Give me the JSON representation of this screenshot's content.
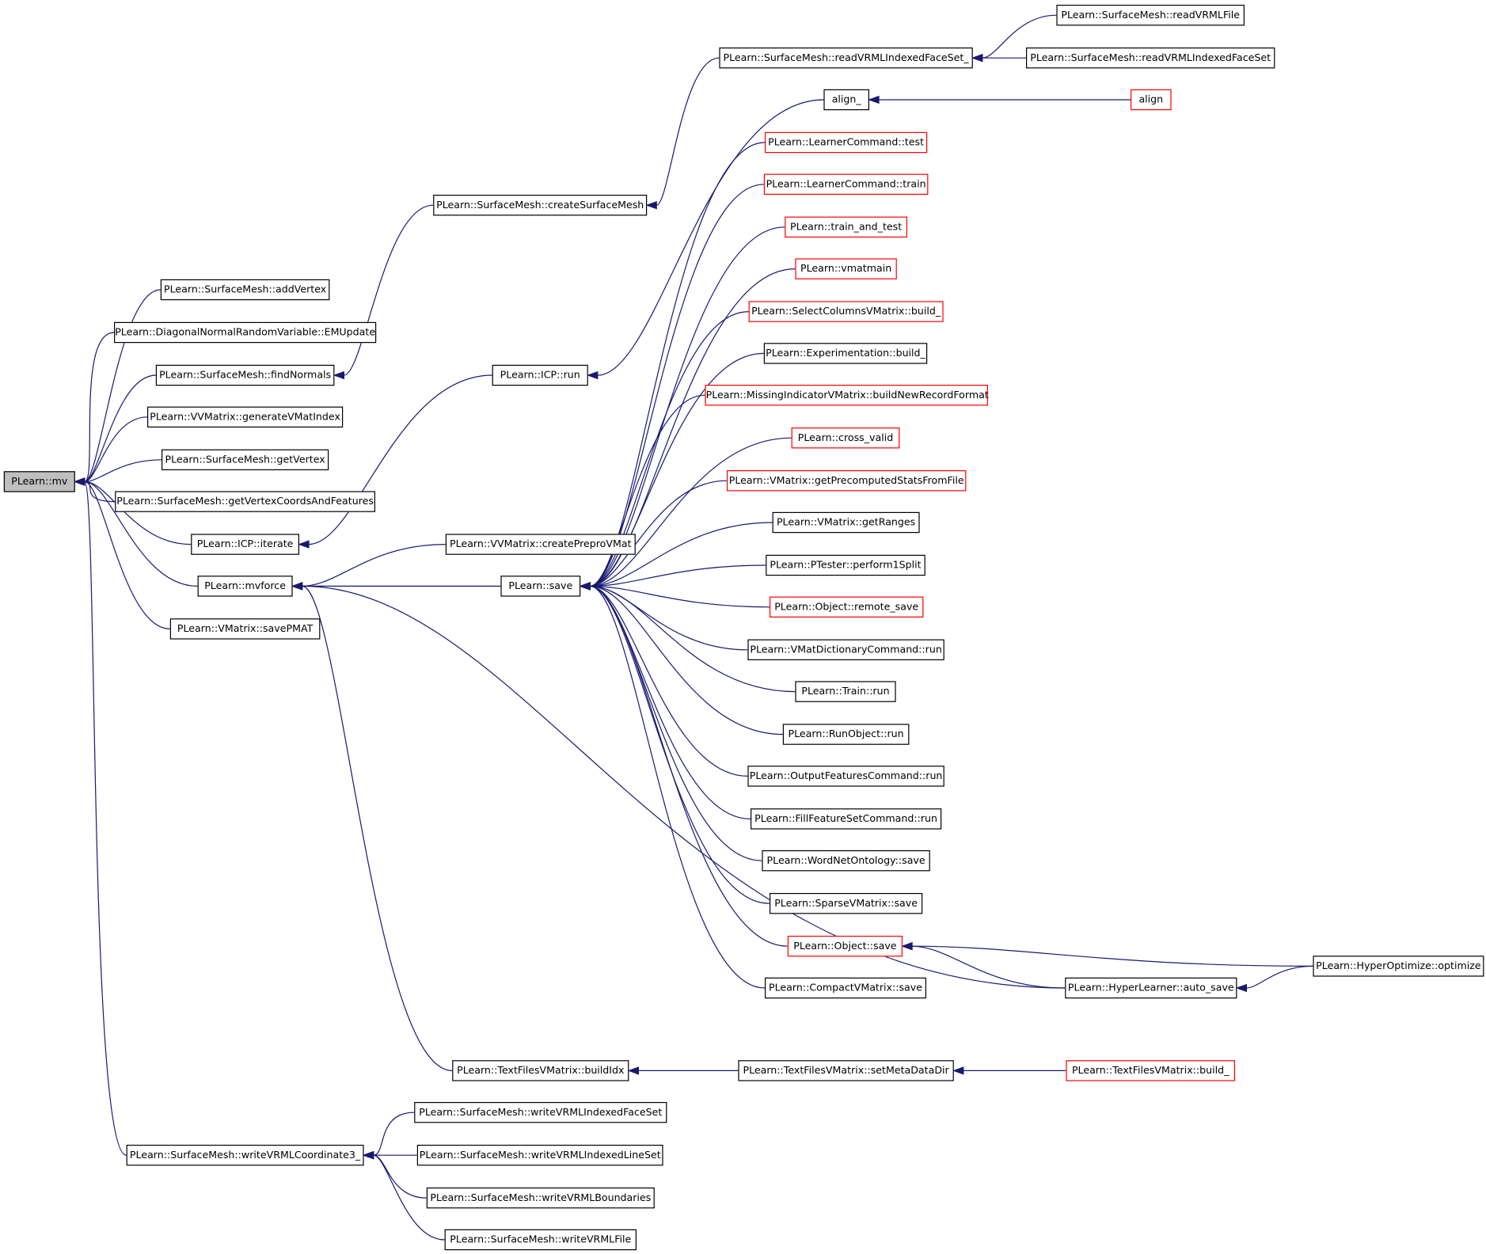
{
  "colors": {
    "edge": "#191970",
    "node_border": "#000000",
    "node_border_incomplete": "#ff0000",
    "root_fill": "#bfbfbf",
    "background": "#ffffff"
  },
  "nodes": {
    "mv": {
      "label": "PLearn::mv",
      "style": "root"
    },
    "addVertex": {
      "label": "PLearn::SurfaceMesh::addVertex",
      "style": "normal"
    },
    "EMUpdate": {
      "label": "PLearn::DiagonalNormalRandomVariable::EMUpdate",
      "style": "normal"
    },
    "findNormals": {
      "label": "PLearn::SurfaceMesh::findNormals",
      "style": "normal"
    },
    "generateVMatIndex": {
      "label": "PLearn::VVMatrix::generateVMatIndex",
      "style": "normal"
    },
    "getVertex": {
      "label": "PLearn::SurfaceMesh::getVertex",
      "style": "normal"
    },
    "getVertexCoordsAndFeatures": {
      "label": "PLearn::SurfaceMesh::getVertexCoordsAndFeatures",
      "style": "normal"
    },
    "iterate": {
      "label": "PLearn::ICP::iterate",
      "style": "normal"
    },
    "mvforce": {
      "label": "PLearn::mvforce",
      "style": "normal"
    },
    "savePMAT": {
      "label": "PLearn::VMatrix::savePMAT",
      "style": "normal"
    },
    "writeVRMLCoordinate3": {
      "label": "PLearn::SurfaceMesh::writeVRMLCoordinate3_",
      "style": "normal"
    },
    "createSurfaceMesh": {
      "label": "PLearn::SurfaceMesh::createSurfaceMesh",
      "style": "normal"
    },
    "icpRun": {
      "label": "PLearn::ICP::run",
      "style": "normal"
    },
    "createPreproVMat": {
      "label": "PLearn::VVMatrix::createPreproVMat",
      "style": "normal"
    },
    "save": {
      "label": "PLearn::save",
      "style": "normal"
    },
    "buildIdx": {
      "label": "PLearn::TextFilesVMatrix::buildIdx",
      "style": "normal"
    },
    "writeVRMLIndexedFaceSet": {
      "label": "PLearn::SurfaceMesh::writeVRMLIndexedFaceSet",
      "style": "normal"
    },
    "writeVRMLIndexedLineSet": {
      "label": "PLearn::SurfaceMesh::writeVRMLIndexedLineSet",
      "style": "normal"
    },
    "writeVRMLBoundaries": {
      "label": "PLearn::SurfaceMesh::writeVRMLBoundaries",
      "style": "normal"
    },
    "writeVRMLFile": {
      "label": "PLearn::SurfaceMesh::writeVRMLFile",
      "style": "normal"
    },
    "readVRMLIndexedFaceSet_": {
      "label": "PLearn::SurfaceMesh::readVRMLIndexedFaceSet_",
      "style": "normal"
    },
    "align_": {
      "label": "align_",
      "style": "normal"
    },
    "lcTest": {
      "label": "PLearn::LearnerCommand::test",
      "style": "incomplete"
    },
    "lcTrain": {
      "label": "PLearn::LearnerCommand::train",
      "style": "incomplete"
    },
    "trainAndTest": {
      "label": "PLearn::train_and_test",
      "style": "incomplete"
    },
    "vmatmain": {
      "label": "PLearn::vmatmain",
      "style": "incomplete"
    },
    "selectColumnsBuild": {
      "label": "PLearn::SelectColumnsVMatrix::build_",
      "style": "incomplete"
    },
    "experimentationBuild": {
      "label": "PLearn::Experimentation::build_",
      "style": "normal"
    },
    "buildNewRecordFormat": {
      "label": "PLearn::MissingIndicatorVMatrix::buildNewRecordFormat",
      "style": "incomplete"
    },
    "crossValid": {
      "label": "PLearn::cross_valid",
      "style": "incomplete"
    },
    "getPrecomputedStats": {
      "label": "PLearn::VMatrix::getPrecomputedStatsFromFile",
      "style": "incomplete"
    },
    "getRanges": {
      "label": "PLearn::VMatrix::getRanges",
      "style": "normal"
    },
    "perform1Split": {
      "label": "PLearn::PTester::perform1Split",
      "style": "normal"
    },
    "remoteSave": {
      "label": "PLearn::Object::remote_save",
      "style": "incomplete"
    },
    "vmatDictRun": {
      "label": "PLearn::VMatDictionaryCommand::run",
      "style": "normal"
    },
    "trainRun": {
      "label": "PLearn::Train::run",
      "style": "normal"
    },
    "runObjectRun": {
      "label": "PLearn::RunObject::run",
      "style": "normal"
    },
    "outputFeaturesRun": {
      "label": "PLearn::OutputFeaturesCommand::run",
      "style": "normal"
    },
    "fillFeatureSetRun": {
      "label": "PLearn::FillFeatureSetCommand::run",
      "style": "normal"
    },
    "wordNetSave": {
      "label": "PLearn::WordNetOntology::save",
      "style": "normal"
    },
    "sparseVMatrixSave": {
      "label": "PLearn::SparseVMatrix::save",
      "style": "normal"
    },
    "objectSave": {
      "label": "PLearn::Object::save",
      "style": "incomplete"
    },
    "compactVMatrixSave": {
      "label": "PLearn::CompactVMatrix::save",
      "style": "normal"
    },
    "setMetaDataDir": {
      "label": "PLearn::TextFilesVMatrix::setMetaDataDir",
      "style": "normal"
    },
    "readVRMLFile": {
      "label": "PLearn::SurfaceMesh::readVRMLFile",
      "style": "normal"
    },
    "readVRMLIndexedFaceSet": {
      "label": "PLearn::SurfaceMesh::readVRMLIndexedFaceSet",
      "style": "normal"
    },
    "align": {
      "label": "align",
      "style": "incomplete"
    },
    "autoSave": {
      "label": "PLearn::HyperLearner::auto_save",
      "style": "normal"
    },
    "textFilesBuild": {
      "label": "PLearn::TextFilesVMatrix::build_",
      "style": "incomplete"
    },
    "optimize": {
      "label": "PLearn::HyperOptimize::optimize",
      "style": "normal"
    }
  },
  "edges": [
    [
      "addVertex",
      "mv"
    ],
    [
      "EMUpdate",
      "mv"
    ],
    [
      "findNormals",
      "mv"
    ],
    [
      "generateVMatIndex",
      "mv"
    ],
    [
      "getVertex",
      "mv"
    ],
    [
      "getVertexCoordsAndFeatures",
      "mv"
    ],
    [
      "iterate",
      "mv"
    ],
    [
      "mvforce",
      "mv"
    ],
    [
      "savePMAT",
      "mv"
    ],
    [
      "writeVRMLCoordinate3",
      "mv"
    ],
    [
      "createSurfaceMesh",
      "findNormals"
    ],
    [
      "icpRun",
      "iterate"
    ],
    [
      "createPreproVMat",
      "mvforce"
    ],
    [
      "save",
      "mvforce"
    ],
    [
      "buildIdx",
      "mvforce"
    ],
    [
      "autoSave",
      "mvforce"
    ],
    [
      "writeVRMLIndexedFaceSet",
      "writeVRMLCoordinate3"
    ],
    [
      "writeVRMLIndexedLineSet",
      "writeVRMLCoordinate3"
    ],
    [
      "writeVRMLBoundaries",
      "writeVRMLCoordinate3"
    ],
    [
      "writeVRMLFile",
      "writeVRMLCoordinate3"
    ],
    [
      "readVRMLIndexedFaceSet_",
      "createSurfaceMesh"
    ],
    [
      "align_",
      "icpRun"
    ],
    [
      "lcTest",
      "save"
    ],
    [
      "lcTrain",
      "save"
    ],
    [
      "trainAndTest",
      "save"
    ],
    [
      "vmatmain",
      "save"
    ],
    [
      "selectColumnsBuild",
      "save"
    ],
    [
      "experimentationBuild",
      "save"
    ],
    [
      "buildNewRecordFormat",
      "save"
    ],
    [
      "crossValid",
      "save"
    ],
    [
      "getPrecomputedStats",
      "save"
    ],
    [
      "getRanges",
      "save"
    ],
    [
      "perform1Split",
      "save"
    ],
    [
      "remoteSave",
      "save"
    ],
    [
      "vmatDictRun",
      "save"
    ],
    [
      "trainRun",
      "save"
    ],
    [
      "runObjectRun",
      "save"
    ],
    [
      "outputFeaturesRun",
      "save"
    ],
    [
      "fillFeatureSetRun",
      "save"
    ],
    [
      "wordNetSave",
      "save"
    ],
    [
      "sparseVMatrixSave",
      "save"
    ],
    [
      "objectSave",
      "save"
    ],
    [
      "compactVMatrixSave",
      "save"
    ],
    [
      "setMetaDataDir",
      "buildIdx"
    ],
    [
      "readVRMLFile",
      "readVRMLIndexedFaceSet_"
    ],
    [
      "readVRMLIndexedFaceSet",
      "readVRMLIndexedFaceSet_"
    ],
    [
      "align",
      "align_"
    ],
    [
      "autoSave",
      "objectSave"
    ],
    [
      "optimize",
      "objectSave"
    ],
    [
      "textFilesBuild",
      "setMetaDataDir"
    ],
    [
      "optimize",
      "autoSave"
    ]
  ]
}
